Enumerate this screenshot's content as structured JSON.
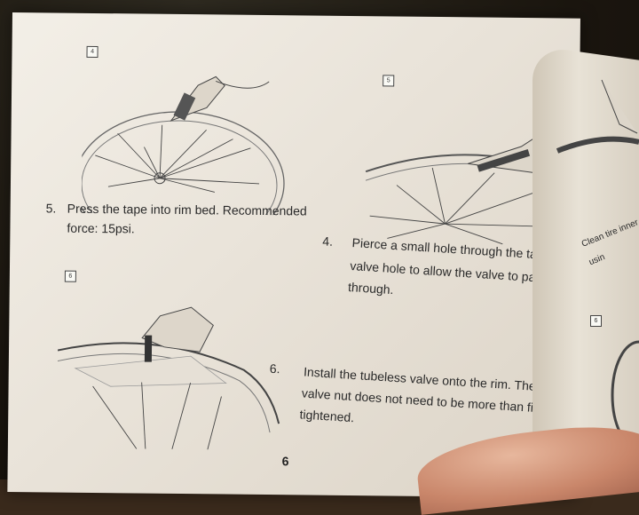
{
  "figures": {
    "fig4": "4",
    "fig5": "5",
    "fig6": "6",
    "fig_next_top": "",
    "fig_next_bottom": "6"
  },
  "steps": {
    "step5": {
      "num": "5.",
      "line1": "Press the tape into rim bed. Recommended",
      "line2": "force: 15psi."
    },
    "step4": {
      "num": "4.",
      "line1": "Pierce a small hole through the tape at",
      "line2": "valve hole to allow the valve to pass",
      "line3": "through."
    },
    "step6": {
      "num": "6.",
      "line1": "Install the tubeless valve onto the rim. The",
      "line2": "valve nut does not need to be more than finger",
      "line3": "tightened."
    }
  },
  "next_page_text": "Clean tire inner usin",
  "page_number": "6"
}
